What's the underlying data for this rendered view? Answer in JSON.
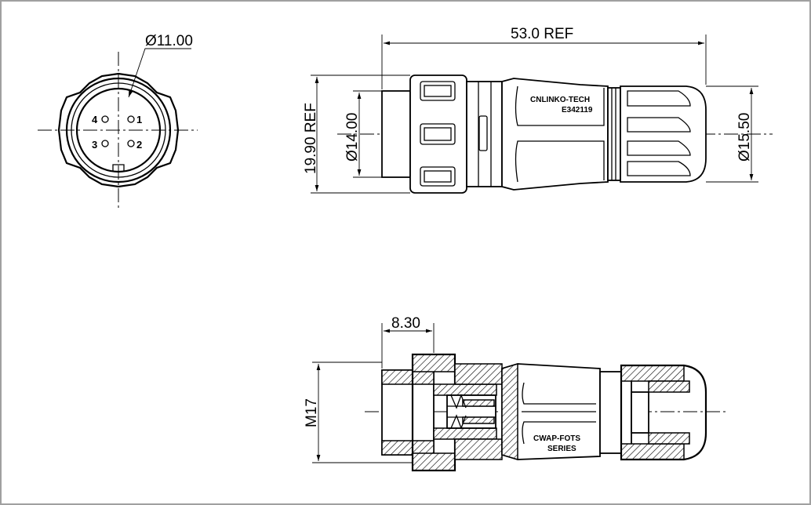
{
  "front_view": {
    "diameter_label": "Ø11.00",
    "pins": [
      {
        "number": "1",
        "label": "1"
      },
      {
        "number": "2",
        "label": "2"
      },
      {
        "number": "3",
        "label": "3"
      },
      {
        "number": "4",
        "label": "4"
      }
    ]
  },
  "side_view": {
    "length_label": "53.0  REF",
    "height_label": "19.90  REF",
    "nut_diameter_label": "Ø14.00",
    "cable_end_diameter_label": "Ø15.50",
    "brand_text": "CNLINKO-TECH",
    "cert_text": "E342119"
  },
  "section_view": {
    "thread_length_label": "8.30",
    "thread_label": "M17",
    "series_line1": "CWAP-FOTS",
    "series_line2": "SERIES"
  },
  "colors": {
    "line": "#000000",
    "frame": "#a0a0a0",
    "background": "#ffffff"
  }
}
